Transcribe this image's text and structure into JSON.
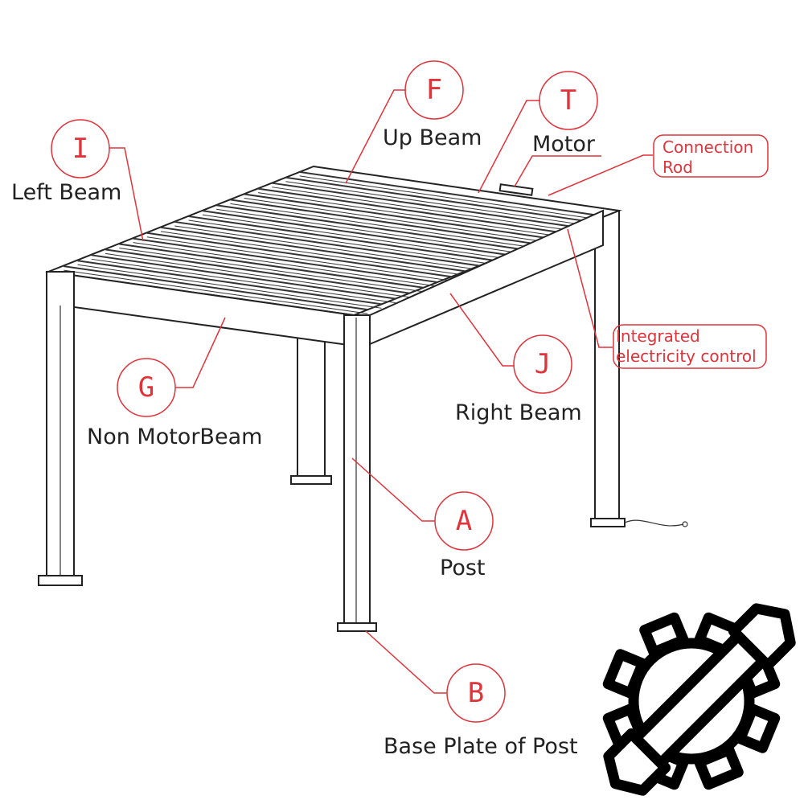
{
  "labels": {
    "I": {
      "letter": "I",
      "name": "Left Beam"
    },
    "F": {
      "letter": "F",
      "name": "Up Beam"
    },
    "T": {
      "letter": "T",
      "name": "Motor"
    },
    "G": {
      "letter": "G",
      "name": "Non MotorBeam"
    },
    "J": {
      "letter": "J",
      "name": "Right Beam"
    },
    "A": {
      "letter": "A",
      "name": "Post"
    },
    "B": {
      "letter": "B",
      "name": "Base Plate of Post"
    },
    "connection_rod": {
      "line1": "Connection",
      "line2": "Rod"
    },
    "integrated": {
      "line1": "Integrated",
      "line2": "electricity control"
    }
  },
  "colors": {
    "accent": "#e0333a",
    "line": "#222222"
  },
  "icons": {
    "corner": "gear-wrench-icon"
  }
}
